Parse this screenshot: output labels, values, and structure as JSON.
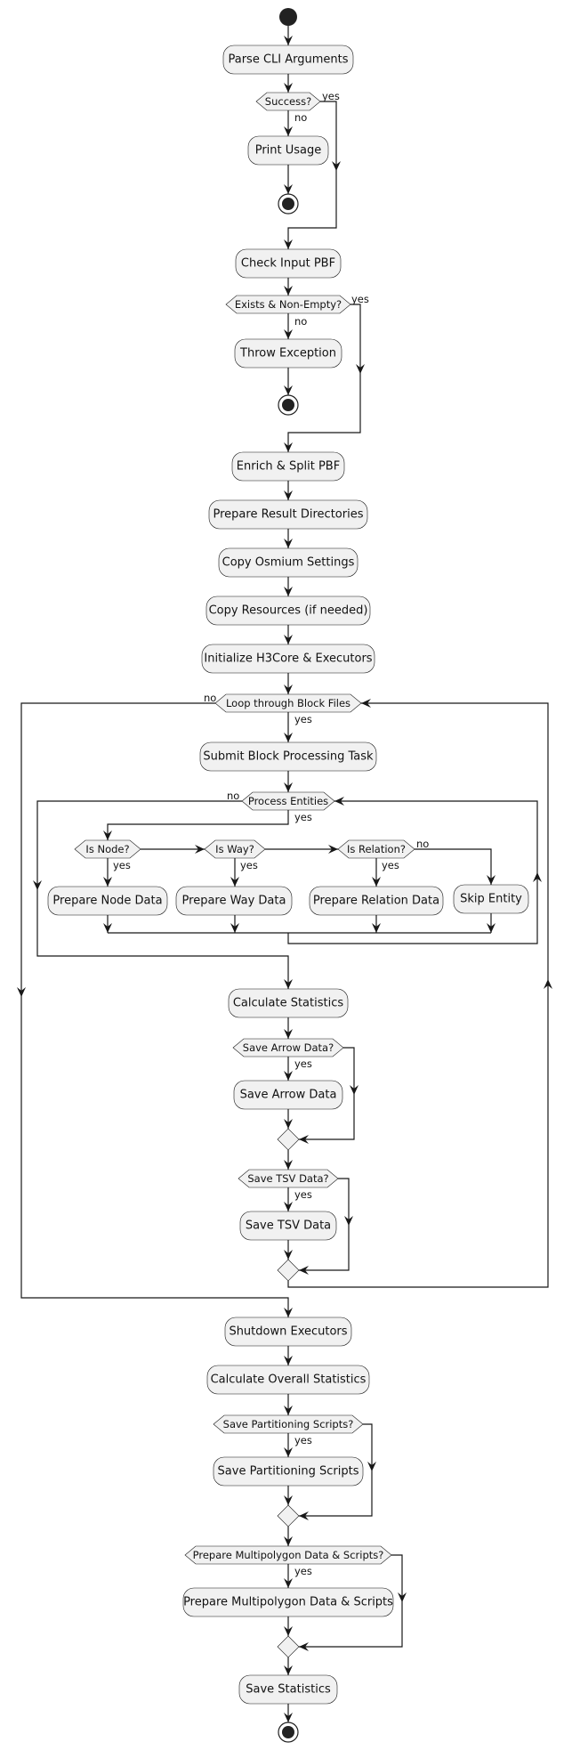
{
  "activities": {
    "parse_cli": "Parse CLI Arguments",
    "print_usage": "Print Usage",
    "check_input": "Check Input PBF",
    "throw_exception": "Throw Exception",
    "enrich_split": "Enrich & Split PBF",
    "prepare_dirs": "Prepare Result Directories",
    "copy_osmium": "Copy Osmium Settings",
    "copy_resources": "Copy Resources (if needed)",
    "init_h3": "Initialize H3Core & Executors",
    "submit_block": "Submit Block Processing Task",
    "prepare_node": "Prepare Node Data",
    "prepare_way": "Prepare Way Data",
    "prepare_relation": "Prepare Relation Data",
    "skip_entity": "Skip Entity",
    "calc_stats": "Calculate Statistics",
    "save_arrow": "Save Arrow Data",
    "save_tsv": "Save TSV Data",
    "shutdown": "Shutdown Executors",
    "calc_overall": "Calculate Overall Statistics",
    "save_partition": "Save Partitioning Scripts",
    "prepare_multipolygon": "Prepare Multipolygon Data & Scripts",
    "save_statistics": "Save Statistics"
  },
  "decisions": {
    "success": "Success?",
    "exists": "Exists & Non-Empty?",
    "loop_blocks": "Loop through Block Files",
    "process_entities": "Process Entities",
    "is_node": "Is Node?",
    "is_way": "Is Way?",
    "is_relation": "Is Relation?",
    "save_arrow_q": "Save Arrow Data?",
    "save_tsv_q": "Save TSV Data?",
    "save_partition_q": "Save Partitioning Scripts?",
    "prepare_multipolygon_q": "Prepare Multipolygon Data & Scripts?"
  },
  "labels": {
    "yes": "yes",
    "no": "no"
  }
}
